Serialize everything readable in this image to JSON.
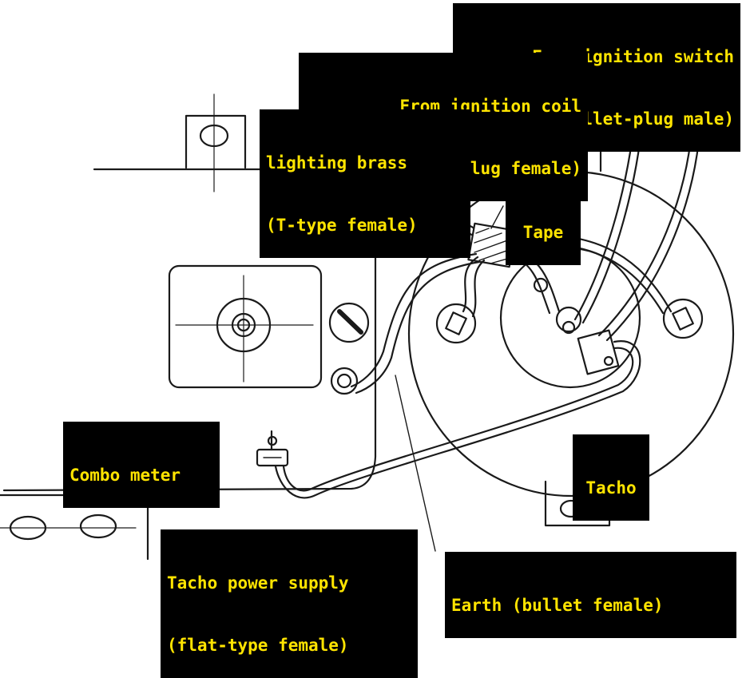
{
  "labels": {
    "ignition_switch": {
      "line1": "From ignition switch",
      "line2": "(bullet-plug male)"
    },
    "ignition_coil": {
      "line1": "From ignition coil",
      "line2": "(bullet-plug female)"
    },
    "lighting_brass": {
      "line1": "lighting brass",
      "line2": "(T-type female)"
    },
    "tape": "Tape",
    "combo_meter": "Combo meter",
    "tacho": "Tacho",
    "tacho_power": {
      "line1": "Tacho power supply",
      "line2": "(flat-type female)"
    },
    "earth": "Earth (bullet female)"
  },
  "colors": {
    "label_background": "#000000",
    "label_text": "#ffe400",
    "line_art": "#1a1a1a"
  }
}
